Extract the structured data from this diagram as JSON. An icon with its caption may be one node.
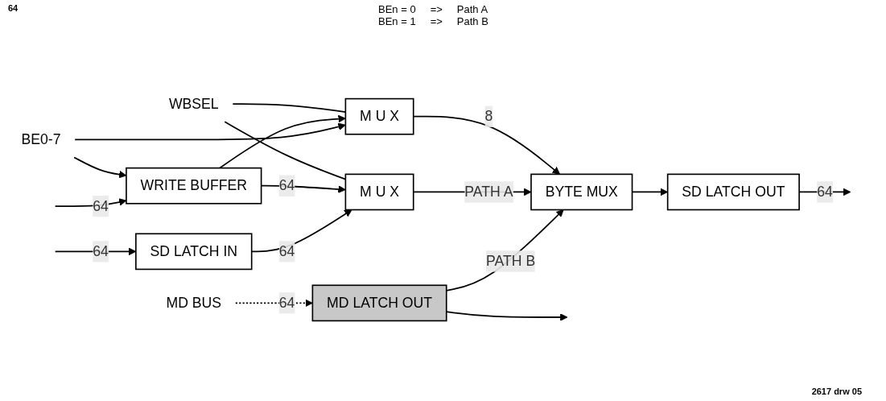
{
  "diagram": {
    "nodes": [
      {
        "text": [
          "MD LATCH OUT"
        ]
      },
      {
        "text": [
          "BYTE MUX"
        ]
      },
      {
        "text": [
          "SD LATCH OUT"
        ]
      },
      {
        "text": [
          "SD LATCH IN"
        ]
      },
      {
        "text": [
          "M U X"
        ]
      },
      {
        "text": [
          "WRITE BUFFER"
        ]
      },
      {
        "text": [
          "M U X"
        ]
      },
      {
        "text": [
          "MD BUS"
        ]
      },
      {
        "text": [
          "WBSEL"
        ]
      },
      {
        "text": [
          "BE0-7"
        ]
      }
    ],
    "edges": [
      {
        "from": 7,
        "to": 0,
        "arrow": "to",
        "label": "64",
        "style": "dashed"
      },
      {
        "from": 0,
        "to": null,
        "arrow": "to"
      },
      {
        "from": 0,
        "to": 1,
        "arrow": "to",
        "label": "PATH B"
      },
      {
        "from": 1,
        "to": 2,
        "arrow": "to"
      },
      {
        "from": 2,
        "to": null,
        "arrow": "to",
        "label": "64"
      },
      {
        "from": null,
        "to": 3,
        "arrow": "to",
        "label": "64"
      },
      {
        "from": 3,
        "to": 4,
        "arrow": "to",
        "label": "64"
      },
      {
        "from": null,
        "to": 5,
        "arrow": "to",
        "label": "64"
      },
      {
        "from": 9,
        "to": 5,
        "arrow": "to"
      },
      {
        "from": 9,
        "to": 6,
        "arrow": "to"
      },
      {
        "from": 5,
        "to": 4,
        "arrow": "to",
        "label": "64"
      },
      {
        "from": 5,
        "to": 6,
        "arrow": "to"
      },
      {
        "from": 4,
        "to": 1,
        "arrow": "to",
        "label": "PATH A"
      },
      {
        "from": 6,
        "to": 1,
        "arrow": "to",
        "label": "8"
      },
      {
        "from": 8,
        "to": 4,
        "arrow": "none"
      },
      {
        "from": 8,
        "to": 6,
        "arrow": "none"
      }
    ],
    "labels": [
      "BEn = 0",
      "=>",
      "Path A",
      "BEn = 1",
      "=>",
      "Path B",
      "64",
      "2617 drw 05"
    ]
  }
}
